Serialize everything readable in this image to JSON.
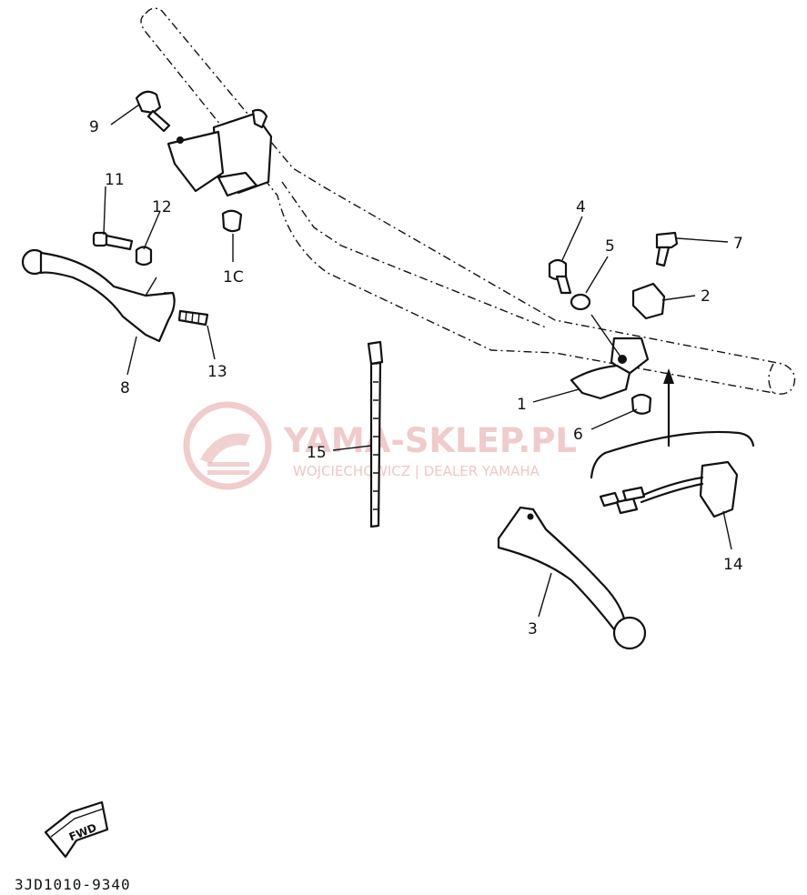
{
  "diagram_code": "3JD1010-9340",
  "fwd_label": "FWD",
  "watermark": {
    "title": "YAMA-SKLEP.PL",
    "subtitle": "WOJCIECHOWICZ | DEALER YAMAHA"
  },
  "callouts": {
    "c1": "1",
    "c1c": "1C",
    "c2": "2",
    "c3": "3",
    "c4": "4",
    "c5": "5",
    "c6": "6",
    "c7": "7",
    "c8": "8",
    "c9": "9",
    "c11": "11",
    "c12": "12",
    "c13": "13",
    "c14": "14",
    "c15": "15"
  }
}
